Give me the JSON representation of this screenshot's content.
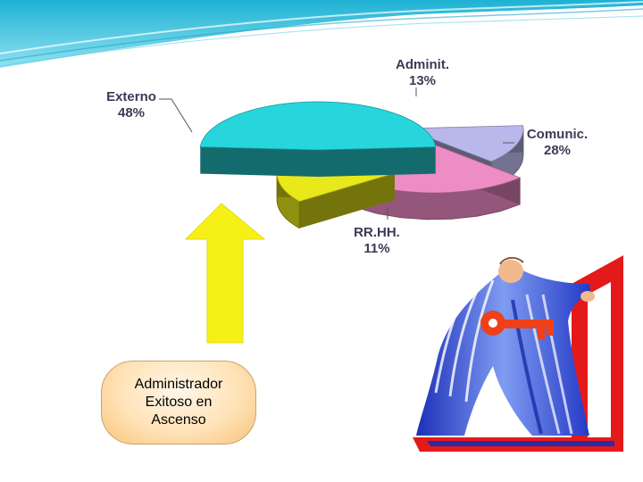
{
  "chart_data": {
    "type": "pie",
    "slices": [
      {
        "label": "Externo",
        "percent_label": "48%",
        "value": 48,
        "color": "#27d6dc"
      },
      {
        "label": "Adminit.",
        "percent_label": "13%",
        "value": 13,
        "color": "#b9b8ea"
      },
      {
        "label": "Comunic.",
        "percent_label": "28%",
        "value": 28,
        "color": "#ee8cc6"
      },
      {
        "label": "RR.HH.",
        "percent_label": "11%",
        "value": 11,
        "color": "#e8e81a"
      }
    ],
    "style": "exploded 3D pie"
  },
  "callout": {
    "line1": "Administrador",
    "line2": "Exitoso en",
    "line3": "Ascenso"
  },
  "decoration": {
    "arrow_icon": "up-arrow-icon",
    "arrow_color": "#f5f016",
    "clipart": "person-with-key-opening-door"
  }
}
